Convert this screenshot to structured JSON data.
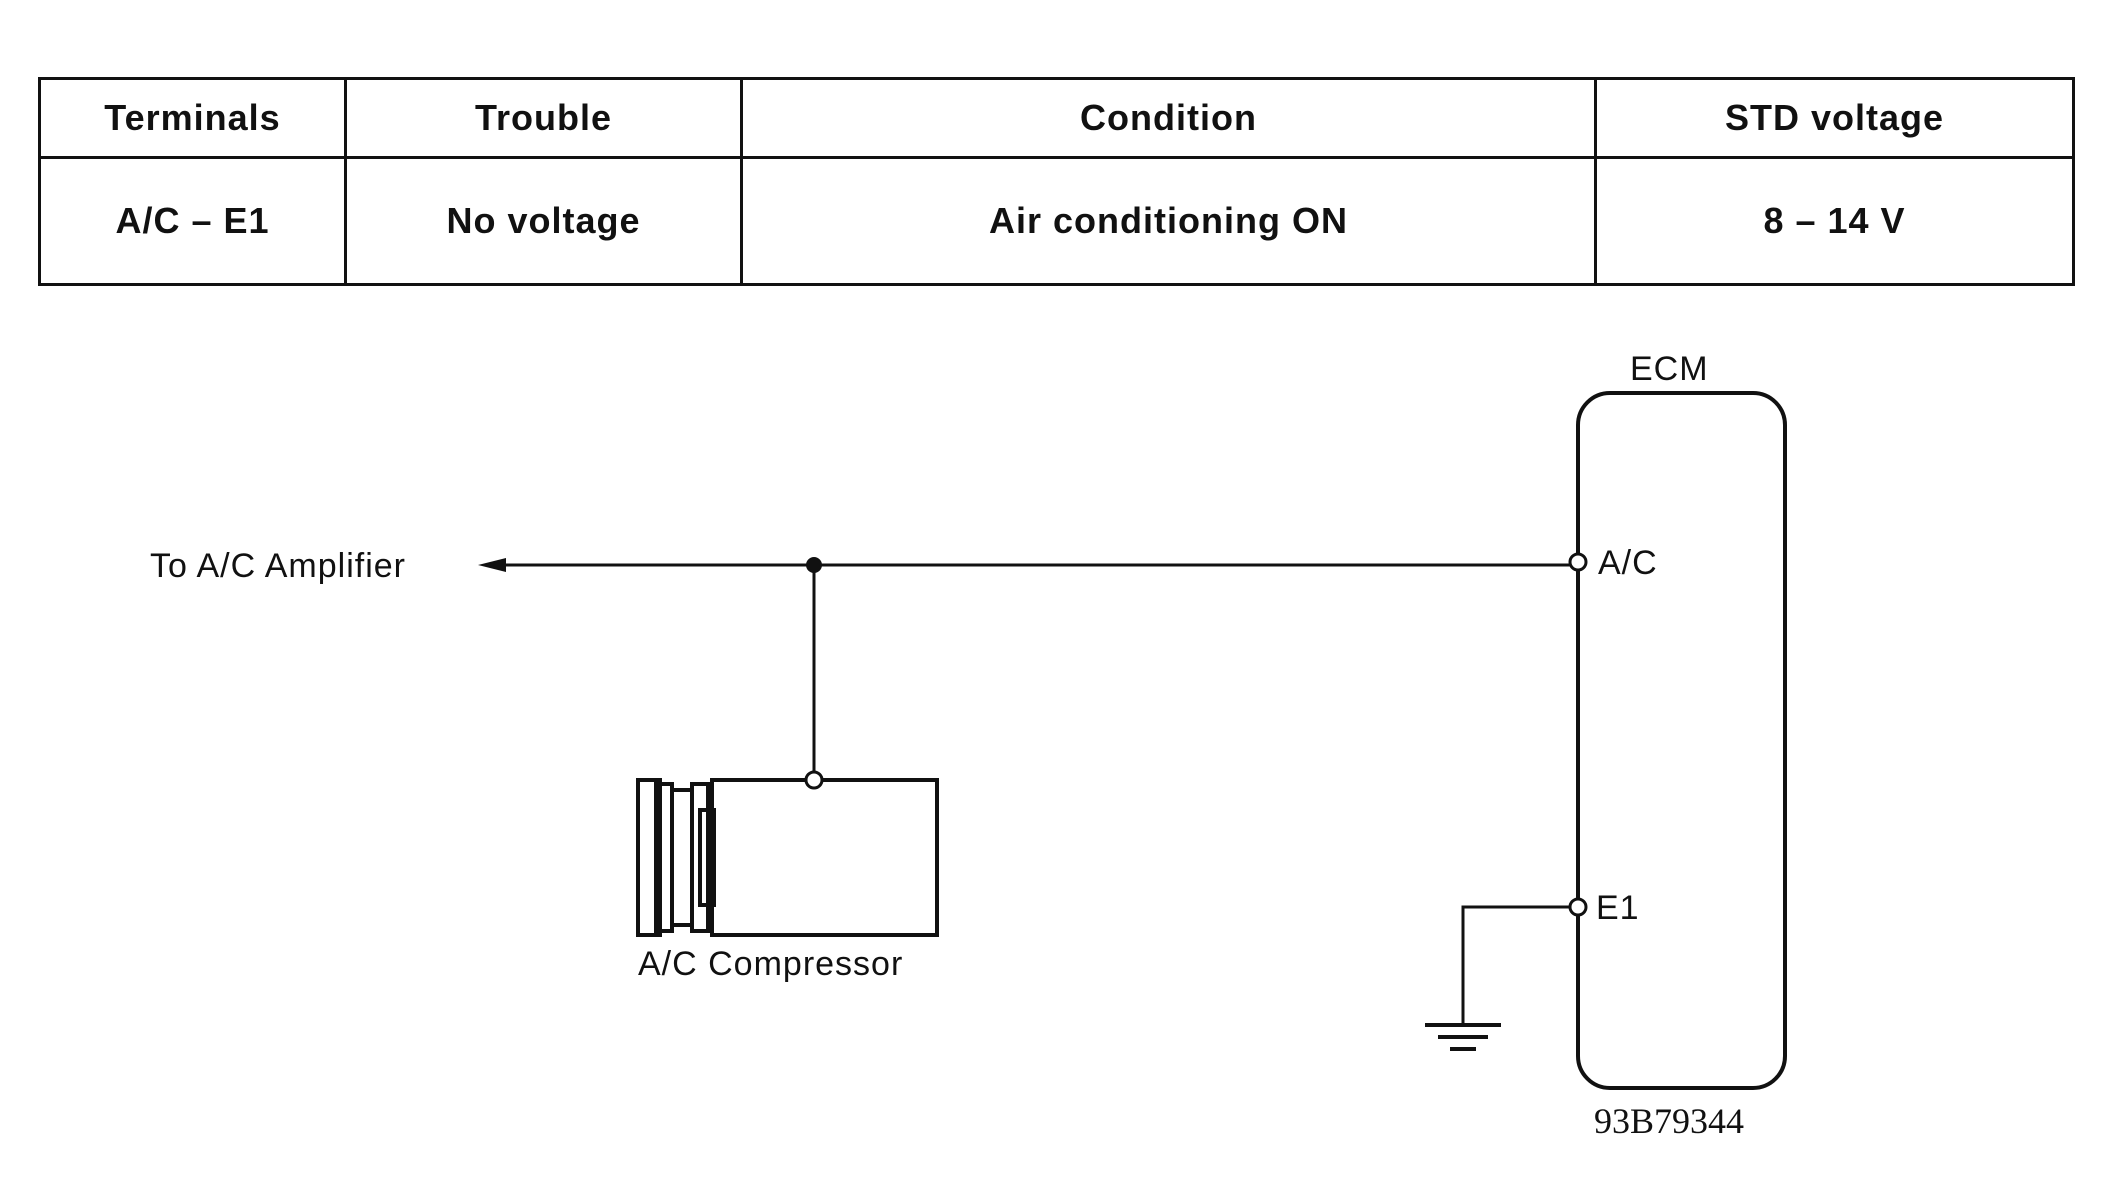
{
  "table": {
    "headers": [
      "Terminals",
      "Trouble",
      "Condition",
      "STD voltage"
    ],
    "rows": [
      [
        "A/C – E1",
        "No voltage",
        "Air conditioning ON",
        "8 – 14 V"
      ]
    ]
  },
  "diagram": {
    "ecm_label": "ECM",
    "terminal_ac": "A/C",
    "terminal_e1": "E1",
    "amplifier_label": "To A/C Amplifier",
    "compressor_label": "A/C Compressor",
    "figure_code": "93B79344"
  }
}
